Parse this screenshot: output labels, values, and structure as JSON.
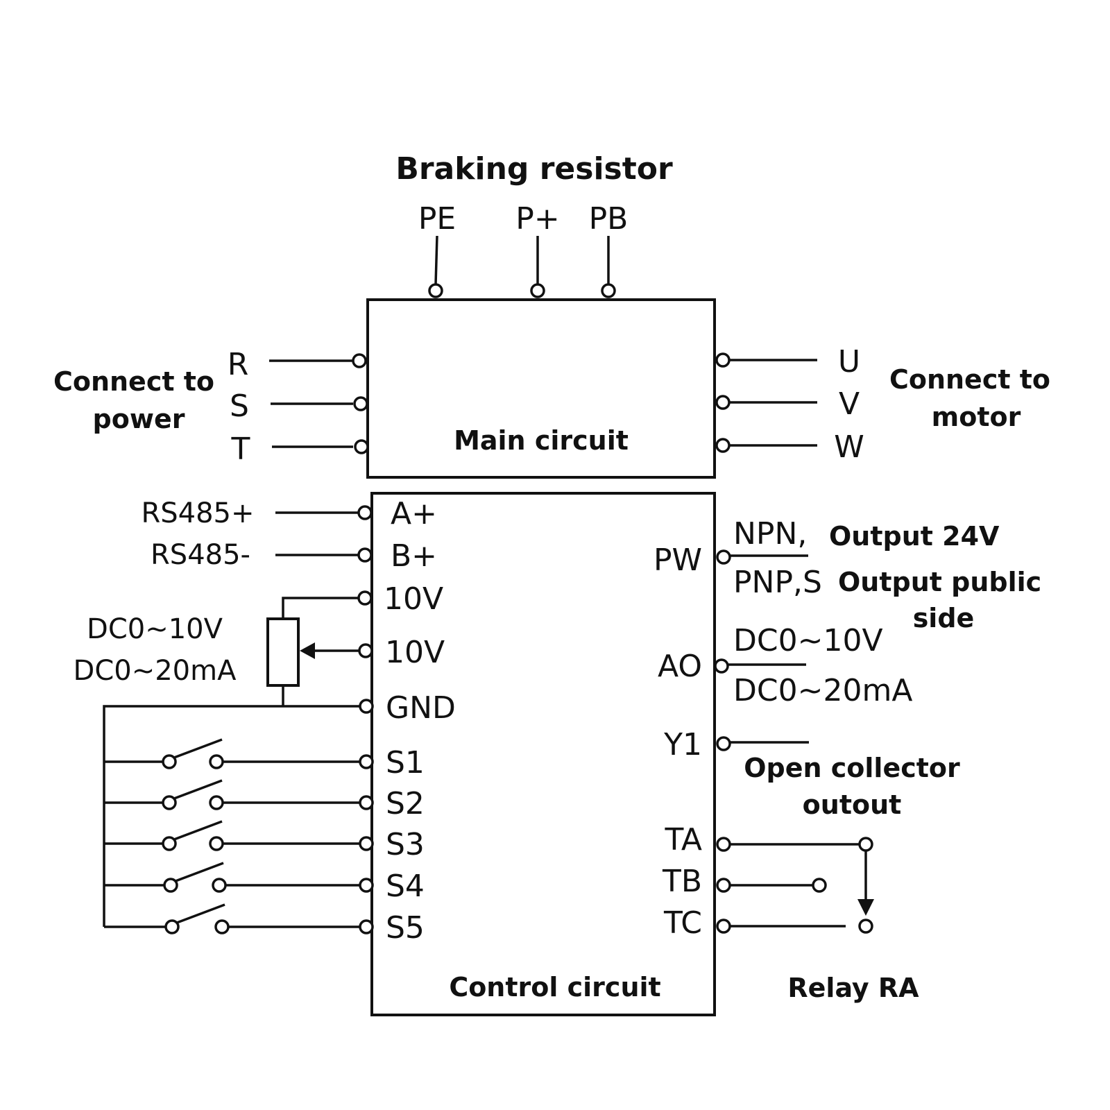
{
  "title": "Braking resistor",
  "braking_terminals": [
    "PE",
    "P+",
    "PB"
  ],
  "main_circuit": {
    "label": "Main circuit",
    "power_caption": [
      "Connect to",
      "power"
    ],
    "power_inputs": [
      "R",
      "S",
      "T"
    ],
    "motor_caption": [
      "Connect to",
      "motor"
    ],
    "motor_outputs": [
      "U",
      "V",
      "W"
    ]
  },
  "control_circuit": {
    "label": "Control circuit",
    "rs485_labels": [
      "RS485+",
      "RS485-"
    ],
    "left_terminals": [
      "A+",
      "B+",
      "10V",
      "10V",
      "GND",
      "S1",
      "S2",
      "S3",
      "S4",
      "S5"
    ],
    "pot_range": [
      "DC0~10V",
      "DC0~20mA"
    ],
    "right_terminals": [
      "PW",
      "AO",
      "Y1",
      "TA",
      "TB",
      "TC"
    ],
    "pw_notes": {
      "npn": "NPN,",
      "npn_desc": "Output 24V",
      "pnp": "PNP,S",
      "pnp_desc": "Output public",
      "pnp_desc2": "side"
    },
    "ao_range": [
      "DC0~10V",
      "DC0~20mA"
    ],
    "y1_desc": [
      "Open collector",
      "outout"
    ],
    "relay_label": "Relay RA"
  }
}
